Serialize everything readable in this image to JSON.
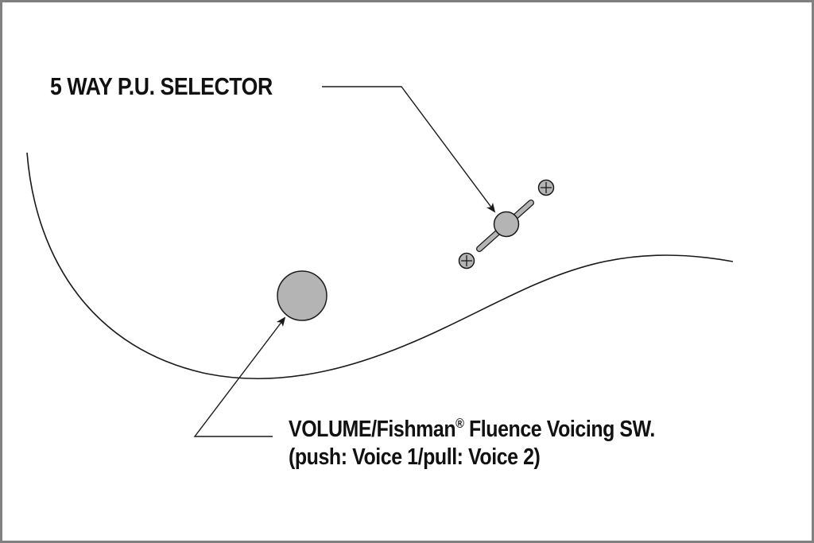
{
  "diagram": {
    "colors": {
      "frame": "#808080",
      "line": "#1a1a1a",
      "control_fill": "#b4b4b4",
      "background": "#ffffff"
    },
    "labels": {
      "selector": "5 WAY P.U. SELECTOR",
      "volume_line1_prefix": "VOLUME/Fishman",
      "volume_registered": "®",
      "volume_line1_suffix": " Fluence Voicing SW.",
      "volume_line2": "(push: Voice 1/pull: Voice 2)"
    },
    "components": [
      {
        "id": "pickup-selector",
        "type": "5-way switch lever",
        "icons": [
          "screw-icon",
          "lever-icon",
          "screw-icon"
        ]
      },
      {
        "id": "volume-knob",
        "type": "push/pull volume knob",
        "icons": [
          "knob-icon"
        ]
      }
    ],
    "outline": "guitar body edge curve"
  }
}
